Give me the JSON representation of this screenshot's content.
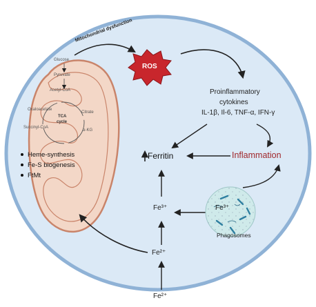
{
  "diagram": {
    "mitochondrion": {
      "label_glucose": "Glucose",
      "label_pyruvate": "Pyruvate",
      "label_acetylcoa": "Acetyl-CoA",
      "label_oxaloacetate": "Oxaloacetate",
      "label_citrate": "Citrate",
      "label_succinylcoa": "Succinyl-CoA",
      "label_akg": "α-KG",
      "tca_line1": "TCA",
      "tca_line2": "cycle",
      "functions": [
        "Heme-synthesis",
        "Fe-S biogenesis",
        "FtMt"
      ]
    },
    "mito_dysfunction_label": "Mitochondrial dysfunction",
    "ros_label": "ROS",
    "cytokines": {
      "line1": "Proinflammatory",
      "line2": "cytokines",
      "line3": "IL-1β, Il-6, TNF-α, IFN-γ"
    },
    "ferritin_label": "Ferritin",
    "inflammation_label": "Inflammation",
    "fe3_label": "Fe³⁺",
    "fe3_phago_label": "Fe³⁺",
    "phagosomes_label": "Phagosomes",
    "fe2_inner_label": "Fe²⁺",
    "fe2_outer_label": "Fe²⁺",
    "colors": {
      "cell_fill": "#dbe9f6",
      "cell_border": "#8fb2d6",
      "mito_fill": "#f3d7c7",
      "mito_border": "#c9846a",
      "ros_fill": "#c8262c",
      "inflammation_text": "#a0282c",
      "phagosome_fill": "#cfeaea"
    }
  }
}
